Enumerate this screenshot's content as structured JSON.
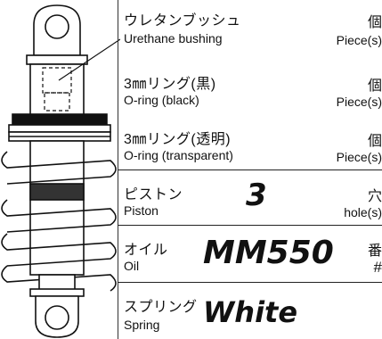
{
  "rows": [
    {
      "jp": "ウレタンブッシュ",
      "en": "Urethane bushing",
      "unit_jp": "個",
      "unit_en": "Piece(s)"
    },
    {
      "jp": "3㎜リング(黒)",
      "en": "O-ring (black)",
      "unit_jp": "個",
      "unit_en": "Piece(s)"
    },
    {
      "jp": "3㎜リング(透明)",
      "en": "O-ring (transparent)",
      "unit_jp": "個",
      "unit_en": "Piece(s)"
    },
    {
      "jp": "ピストン",
      "en": "Piston",
      "value": "3",
      "unit_jp": "穴",
      "unit_en": "hole(s)"
    },
    {
      "jp": "オイル",
      "en": "Oil",
      "value": "MM550",
      "unit_jp": "番",
      "unit_en": "#"
    },
    {
      "jp": "スプリング",
      "en": "Spring",
      "value": "White"
    }
  ]
}
